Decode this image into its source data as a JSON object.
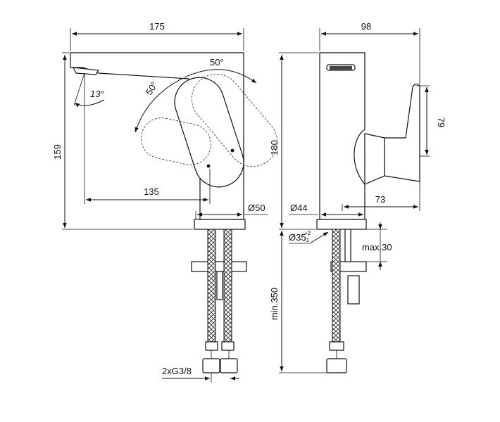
{
  "side_view": {
    "width_label": "175",
    "height_label": "159",
    "spout_angle_label": "13°",
    "lever_angle_top_label": "50°",
    "lever_angle_side_label": "50°",
    "lever_reach_label": "135",
    "base_diameter_label": "Ø50",
    "connection_label": "2xG3/8"
  },
  "front_view": {
    "width_label": "98",
    "height_label": "180",
    "lever_height_label": "79",
    "lever_offset_label": "73",
    "body_diameter_label": "Ø44",
    "hole_diameter_label": "Ø35",
    "hole_tolerance_plus": "+2",
    "hole_tolerance_minus": "-1",
    "deck_thickness_label": "max.30",
    "hose_length_label": "min.350"
  }
}
